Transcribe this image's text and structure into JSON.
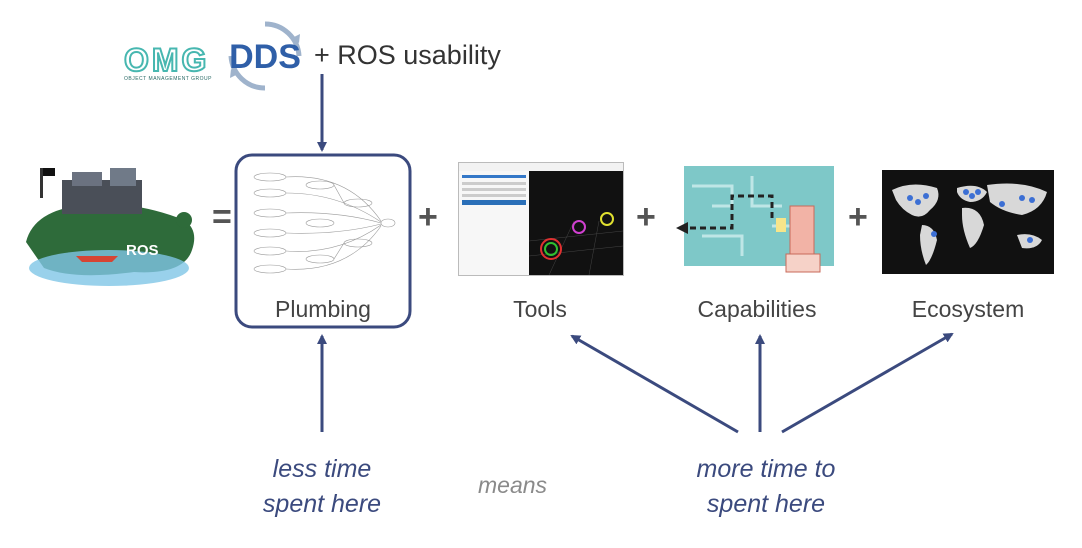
{
  "header": {
    "omg_logo_text": "OMG",
    "omg_logo_subtext": "OBJECT MANAGEMENT GROUP",
    "dds_logo_text": "DDS",
    "plus_text": "+ ROS usability"
  },
  "equation": {
    "ros_logo_text": "ROS",
    "equals": "=",
    "plus": "+",
    "items": [
      {
        "label": "Plumbing"
      },
      {
        "label": "Tools"
      },
      {
        "label": "Capabilities"
      },
      {
        "label": "Ecosystem"
      }
    ]
  },
  "bottom": {
    "less_time": [
      "less time",
      "spent here"
    ],
    "means": "means",
    "more_time": [
      "more time to",
      "spent here"
    ]
  },
  "colors": {
    "arrow": "#3b4a7e",
    "dds_blue": "#2f5fa8",
    "omg_teal": "#47b7b0"
  }
}
